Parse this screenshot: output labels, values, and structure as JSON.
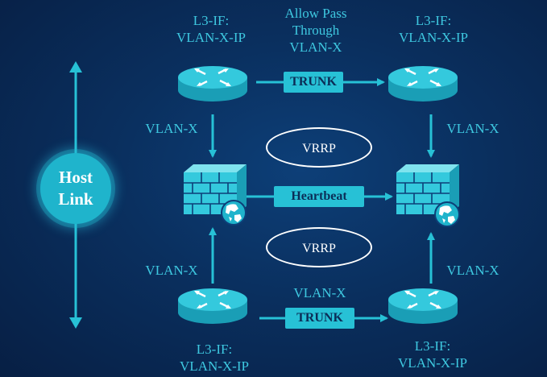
{
  "colors": {
    "accent": "#27c1d6",
    "label": "#3ec8e0",
    "background": "#0a2f5e",
    "text_dark": "#0b2d57"
  },
  "labels": {
    "top_left_l3if_line1": "L3-IF:",
    "top_left_l3if_line2": "VLAN-X-IP",
    "top_right_l3if_line1": "L3-IF:",
    "top_right_l3if_line2": "VLAN-X-IP",
    "bottom_left_l3if_line1": "L3-IF:",
    "bottom_left_l3if_line2": "VLAN-X-IP",
    "bottom_right_l3if_line1": "L3-IF:",
    "bottom_right_l3if_line2": "VLAN-X-IP",
    "allow_pass_line1": "Allow Pass",
    "allow_pass_line2": "Through",
    "allow_pass_line3": "VLAN-X",
    "bottom_vlan": "VLAN-X",
    "vlan_left_top": "VLAN-X",
    "vlan_right_top": "VLAN-X",
    "vlan_left_bottom": "VLAN-X",
    "vlan_right_bottom": "VLAN-X"
  },
  "badges": {
    "trunk_top": "TRUNK",
    "trunk_bottom": "TRUNK",
    "heartbeat": "Heartbeat"
  },
  "vrrp": {
    "top": "VRRP",
    "bottom": "VRRP"
  },
  "host_link": {
    "line1": "Host",
    "line2": "Link"
  },
  "icons": [
    "router-icon",
    "firewall-icon",
    "globe-icon",
    "double-arrow-icon"
  ]
}
